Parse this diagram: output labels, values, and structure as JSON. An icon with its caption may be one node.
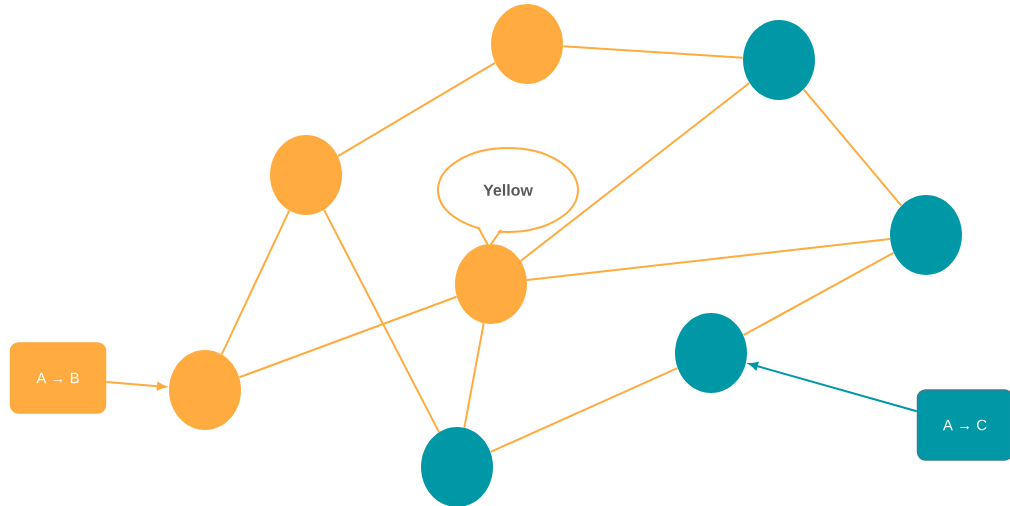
{
  "diagram": {
    "nodes": [
      {
        "text": [
          "A → B"
        ]
      },
      {
        "text": [],
        "shape": "circle"
      },
      {
        "text": [],
        "shape": "circle"
      },
      {
        "text": [],
        "shape": "circle"
      },
      {
        "text": [],
        "shape": "circle"
      },
      {
        "text": [],
        "shape": "circle"
      },
      {
        "text": [],
        "shape": "circle"
      },
      {
        "text": [],
        "shape": "circle"
      },
      {
        "text": [],
        "shape": "circle"
      },
      {
        "text": [
          "A → C"
        ]
      },
      {
        "text": [
          "Yellow"
        ]
      }
    ],
    "edges": [
      {
        "from": 0,
        "to": 1,
        "arrow": "to"
      },
      {
        "from": 1,
        "to": 2,
        "arrow": "none"
      },
      {
        "from": 1,
        "to": 4,
        "arrow": "none"
      },
      {
        "from": 2,
        "to": 3,
        "arrow": "none"
      },
      {
        "from": 2,
        "to": 8,
        "arrow": "none"
      },
      {
        "from": 3,
        "to": 5,
        "arrow": "none"
      },
      {
        "from": 4,
        "to": 5,
        "arrow": "none"
      },
      {
        "from": 4,
        "to": 6,
        "arrow": "none"
      },
      {
        "from": 4,
        "to": 8,
        "arrow": "none"
      },
      {
        "from": 5,
        "to": 6,
        "arrow": "none"
      },
      {
        "from": 6,
        "to": 7,
        "arrow": "none"
      },
      {
        "from": 7,
        "to": 8,
        "arrow": "none"
      },
      {
        "from": 9,
        "to": 7,
        "arrow": "to",
        "color": "#0097a7"
      }
    ]
  }
}
